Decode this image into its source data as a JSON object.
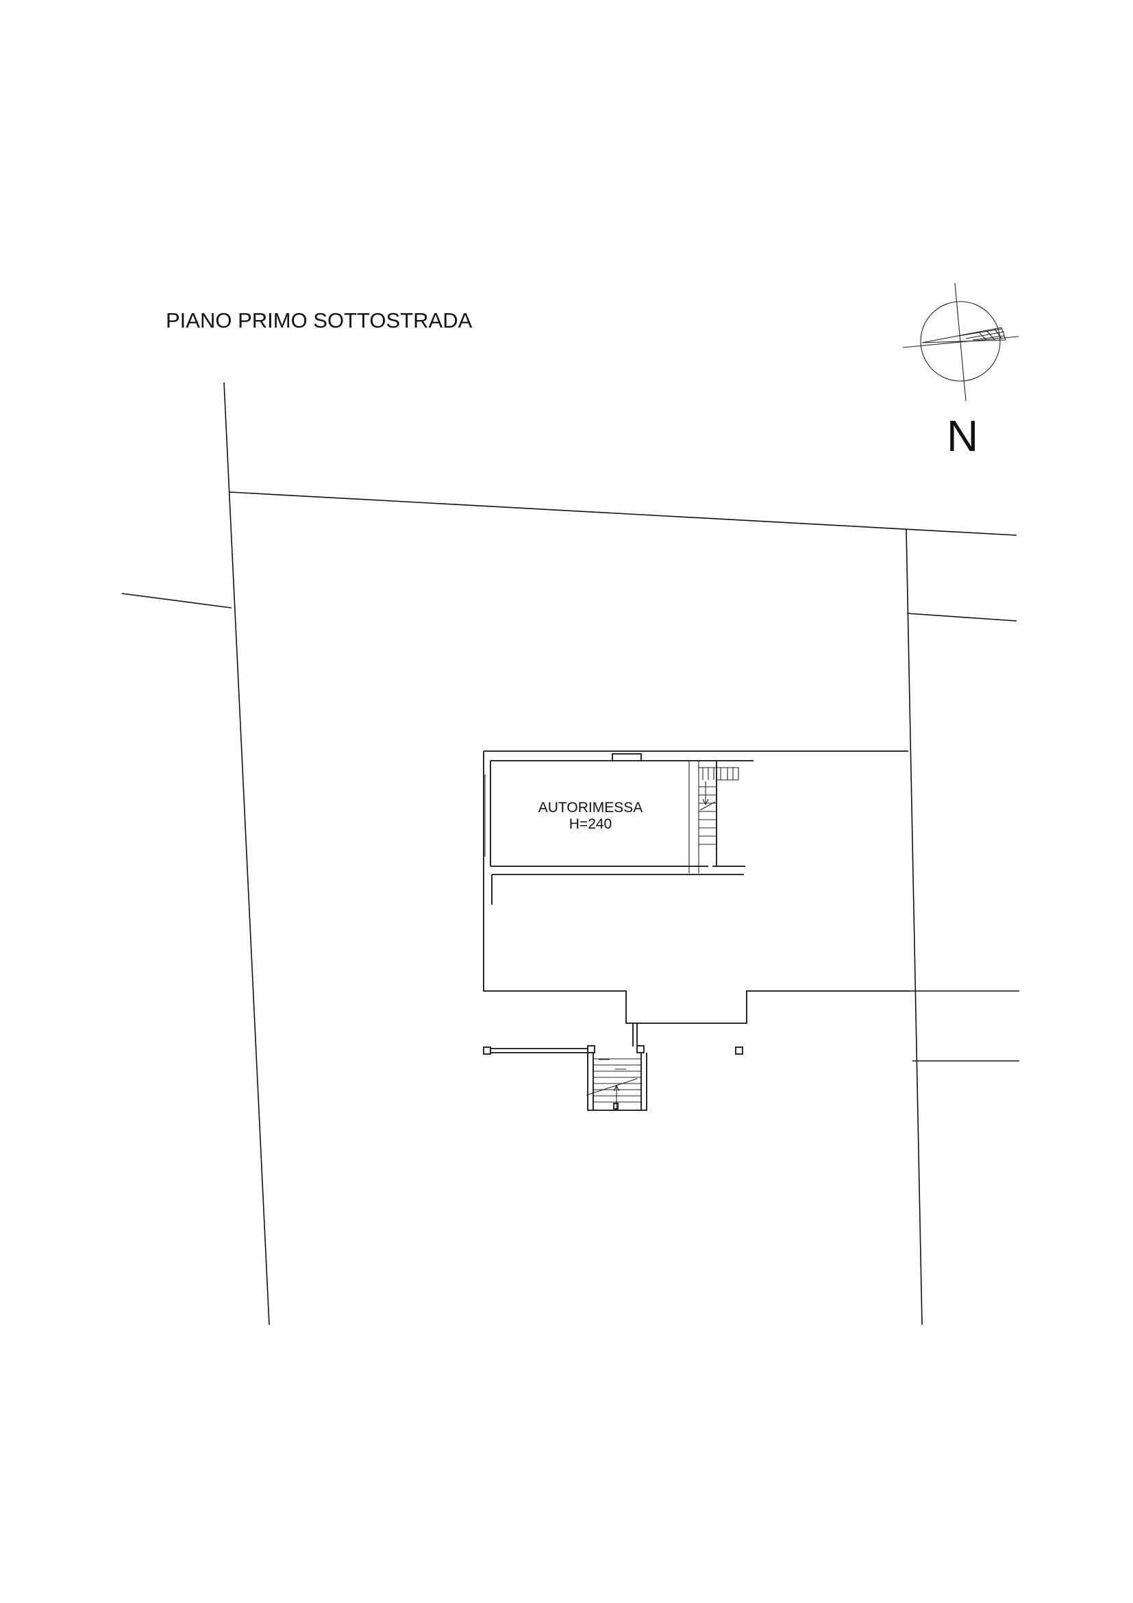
{
  "drawing": {
    "title": "PIANO PRIMO SOTTOSTRADA",
    "north_label": "N"
  },
  "rooms": [
    {
      "name": "AUTORIMESSA",
      "height": "H=240"
    }
  ],
  "colors": {
    "line": "#111111",
    "background": "#ffffff"
  }
}
